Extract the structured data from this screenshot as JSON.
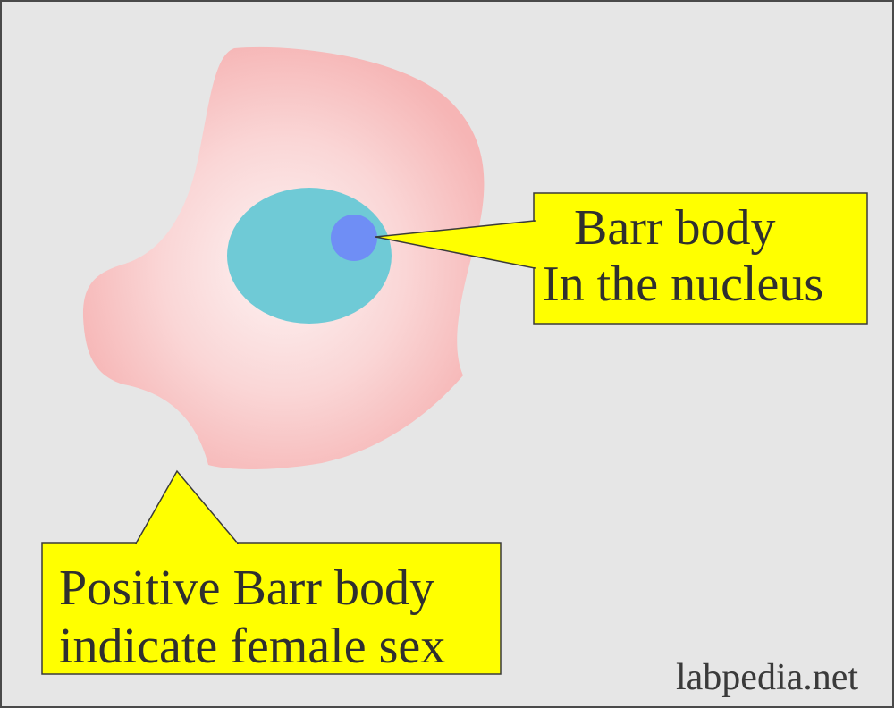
{
  "diagram": {
    "callouts": {
      "barr_body": {
        "line1": "Barr body",
        "line2": "In the nucleus"
      },
      "positive": {
        "line1": "Positive Barr body",
        "line2": "indicate female sex"
      }
    },
    "watermark": "labpedia.net",
    "colors": {
      "background": "#e6e6e6",
      "cell_edge": "#f7bcbc",
      "cell_center": "#fdf3f3",
      "nucleus": "#6fcad6",
      "barr_body": "#6f8ef5",
      "callout_fill": "#ffff00",
      "text": "#2f2f2f"
    }
  }
}
